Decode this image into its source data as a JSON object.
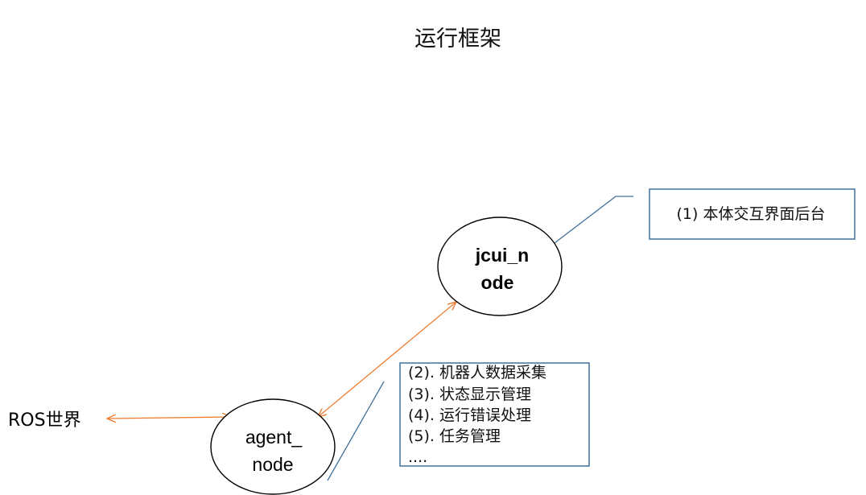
{
  "diagram": {
    "title": "运行框架",
    "nodes": {
      "jcui": {
        "line1": "jcui_n",
        "line2": "ode"
      },
      "agent": {
        "line1": "agent_",
        "line2": "node"
      }
    },
    "external": {
      "ros_world": "ROS世界"
    },
    "callouts": {
      "jcui_backend": "(1) 本体交互界面后台",
      "agent_functions": [
        "(2). 机器人数据采集",
        "(3). 状态显示管理",
        "(4). 运行错误处理",
        "(5). 任务管理",
        "...."
      ]
    },
    "colors": {
      "arrow": "#ed7d31",
      "callout_border": "#41719c",
      "leader_line": "#41719c",
      "ellipse_stroke": "#000000"
    }
  }
}
